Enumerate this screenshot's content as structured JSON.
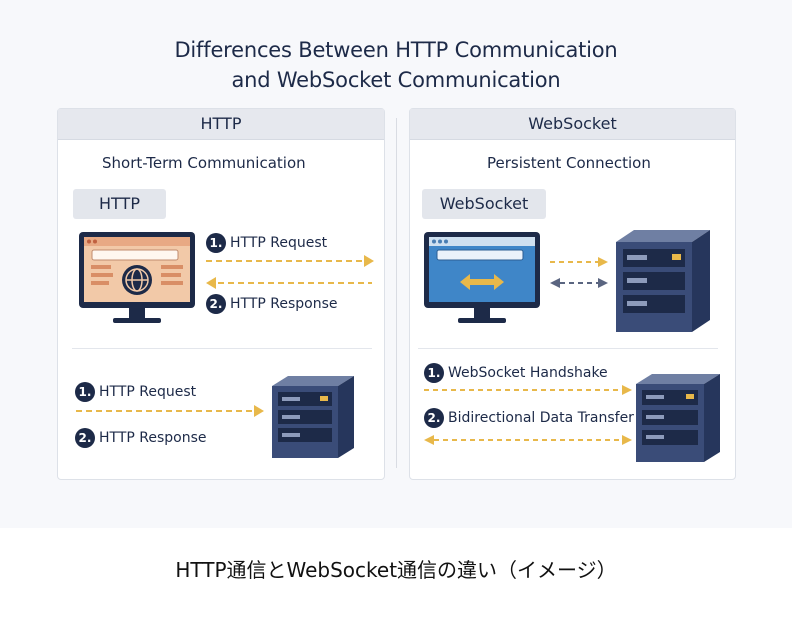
{
  "figure": {
    "title_line1": "Differences Between HTTP Communication",
    "title_line2": "and WebSocket Communication",
    "http_panel": {
      "header": "HTTP",
      "subtitle": "Short-Term Communication",
      "tag": "HTTP",
      "top_step1": "HTTP Request",
      "top_step2": "HTTP Response",
      "bottom_step1": "HTTP Request",
      "bottom_step2": "HTTP Response",
      "num1": "1.",
      "num2": "2."
    },
    "ws_panel": {
      "header": "WebSocket",
      "subtitle": "Persistent Connection",
      "tag": "WebSocket",
      "step1": "WebSocket Handshake",
      "step2": "Bidirectional Data Transfer",
      "num1": "1.",
      "num2": "2."
    },
    "colors": {
      "arrow": "#e8b84a",
      "dark": "#1d2a48",
      "arrow_gray": "#5a6580",
      "browser_warm": "#e8a984",
      "browser_blue": "#3f86c8"
    }
  },
  "caption": "HTTP通信とWebSocket通信の違い（イメージ）"
}
